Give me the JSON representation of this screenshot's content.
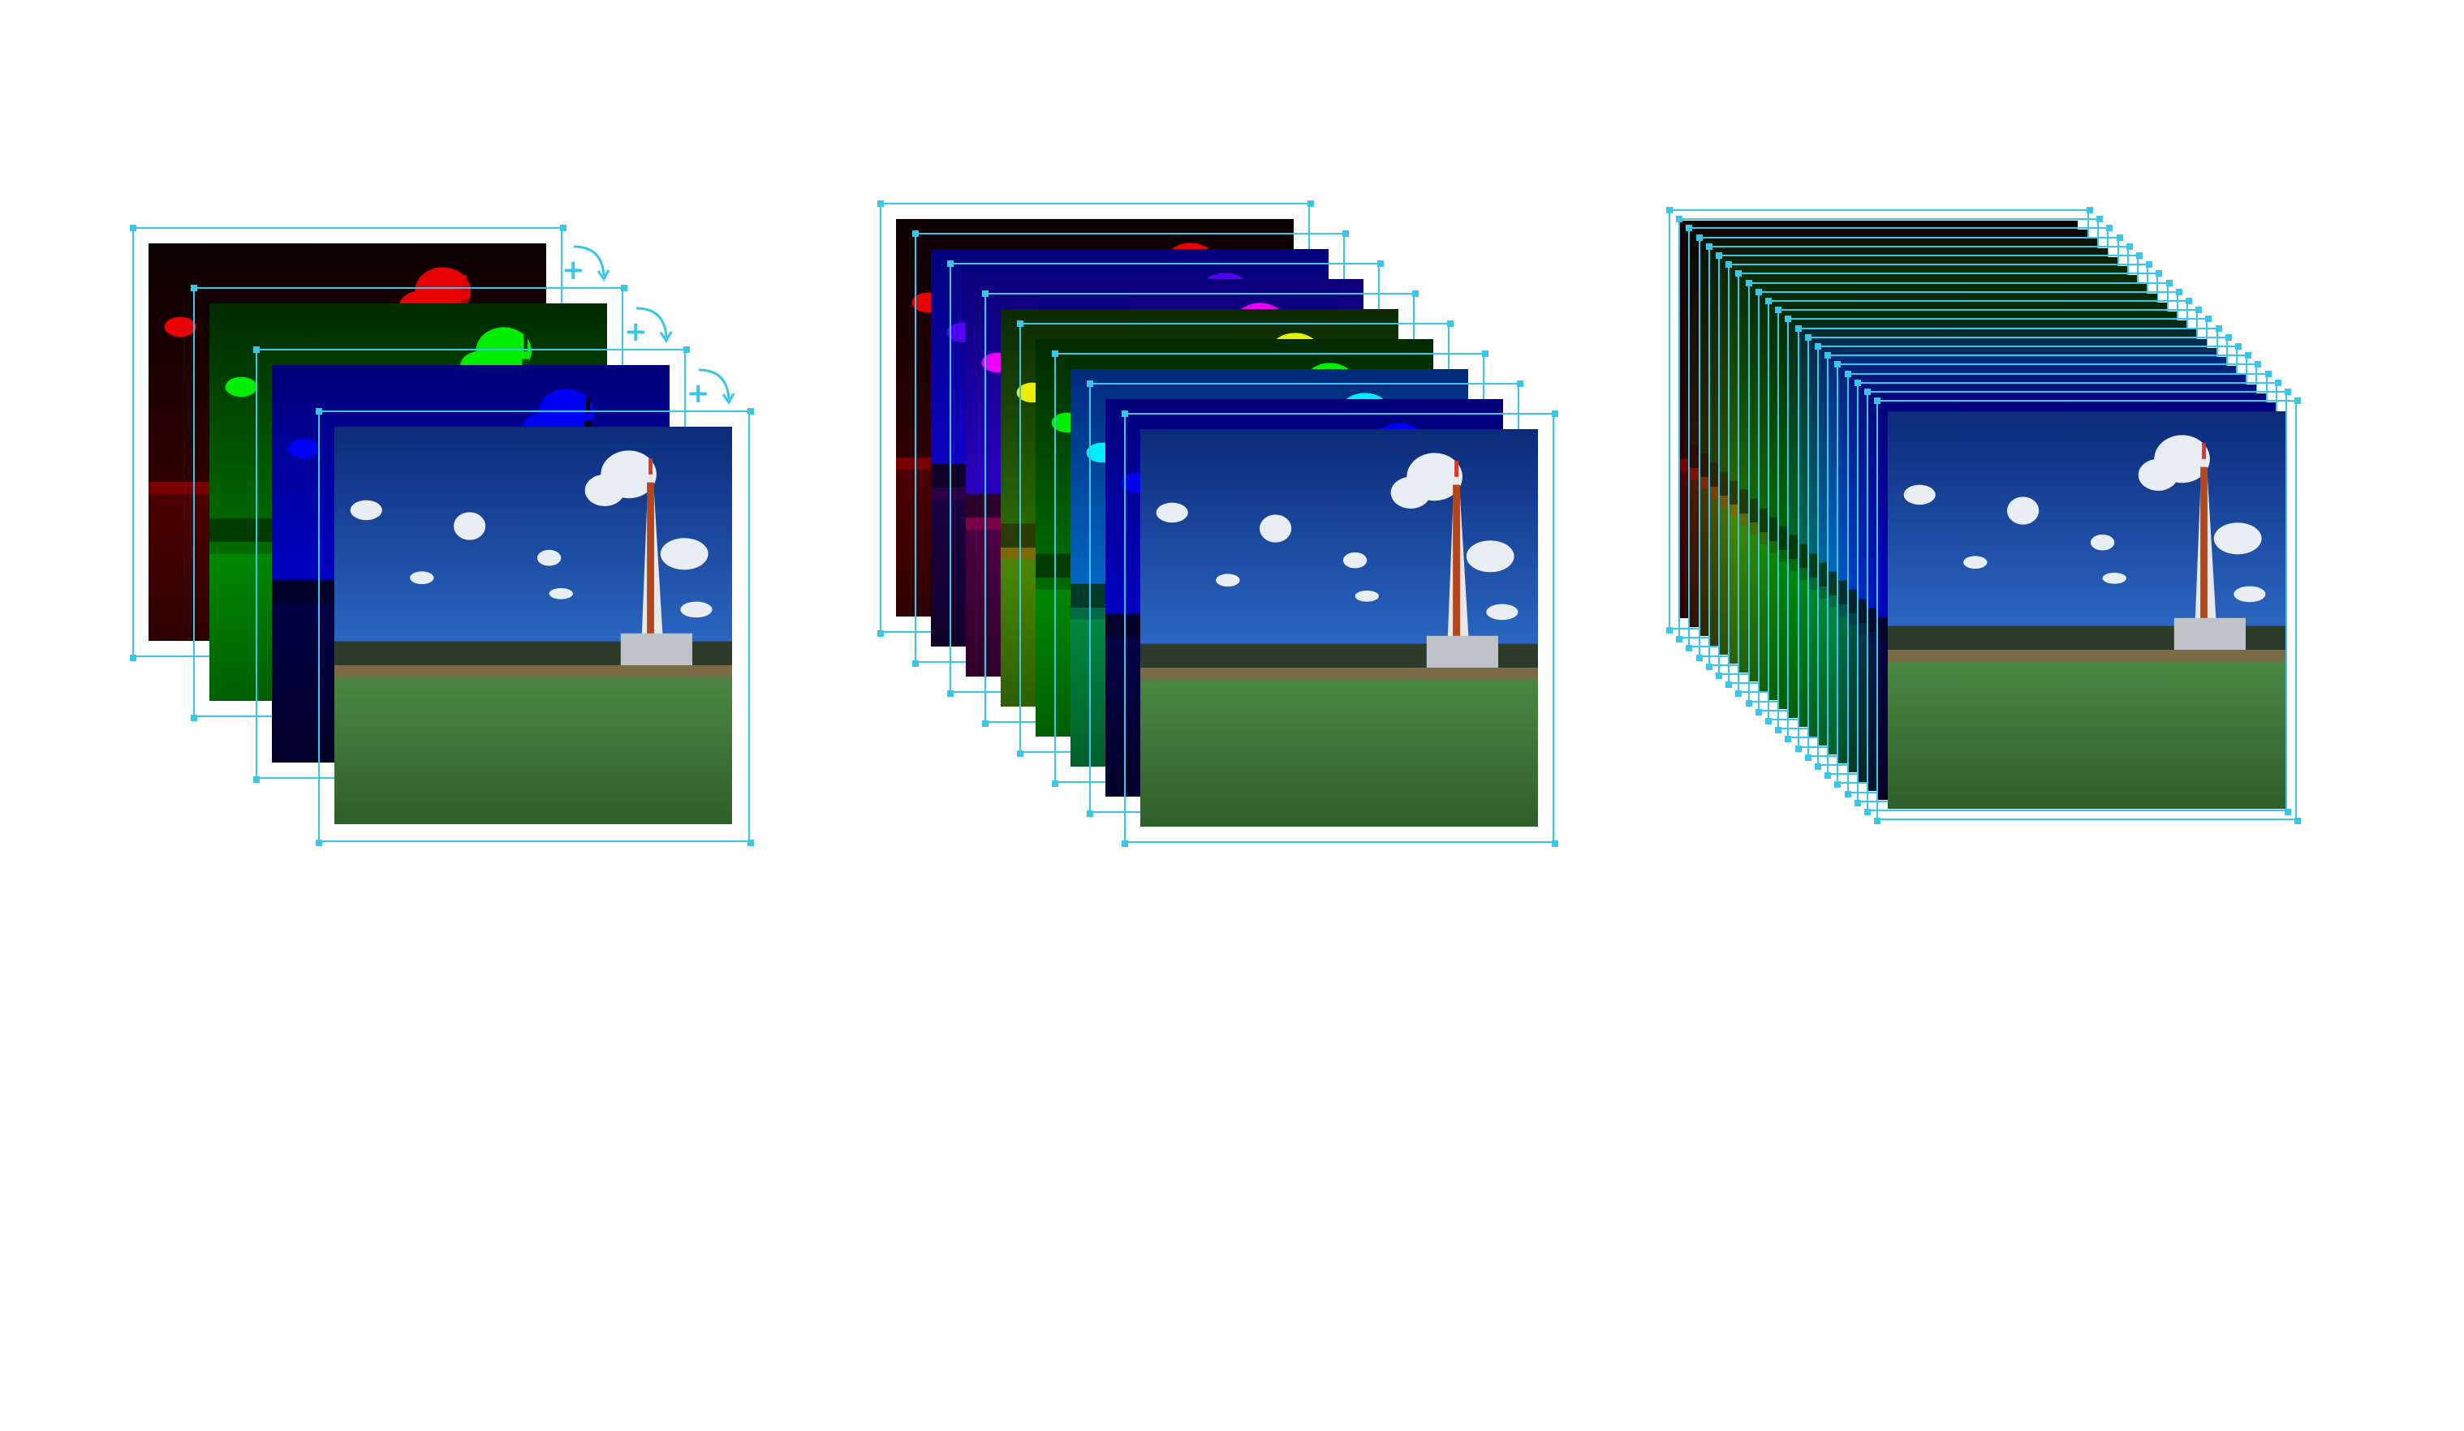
{
  "diagram": {
    "groups": [
      {
        "name": "three-channel-stack",
        "tints": [
          "#ff0000",
          "#00ff00",
          "#0000ff",
          "none"
        ],
        "plus_icons": 3
      },
      {
        "name": "eight-channel-stack",
        "tints": [
          "#ff0000",
          "#5a00ff",
          "#ff00ff",
          "#ffff00",
          "#00ff00",
          "#00ffff",
          "#0000ff",
          "none"
        ]
      },
      {
        "name": "many-channel-stack",
        "tints": [
          "spectrum"
        ],
        "layers": 22
      }
    ],
    "colors": {
      "frame": "#39c6e8",
      "sky_top": "#0b2a7a",
      "sky_bottom": "#2f6fcc",
      "field": "#3f7a3a",
      "tower": "#e8e8e8"
    }
  }
}
